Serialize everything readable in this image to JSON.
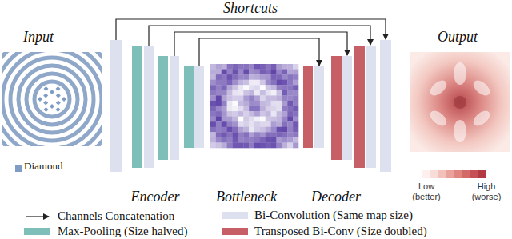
{
  "diagram": {
    "labels": [
      "Shortcuts",
      "Input",
      "Output",
      "Encoder",
      "Bottleneck",
      "Decoder",
      "Low (better)",
      "High (worse)"
    ],
    "legend": [
      {
        "text": "Diamond",
        "color": "#7f9cc4"
      },
      {
        "text": "Channels Concatenation"
      },
      {
        "text": "Max-Pooling (Size halved)",
        "color": "#7fbfb9"
      },
      {
        "text": "Bi-Convolution (Same map size)",
        "color": "#dde0ef"
      },
      {
        "text": "Transposed Bi-Conv (Size doubled)",
        "color": "#c65f66"
      }
    ]
  }
}
